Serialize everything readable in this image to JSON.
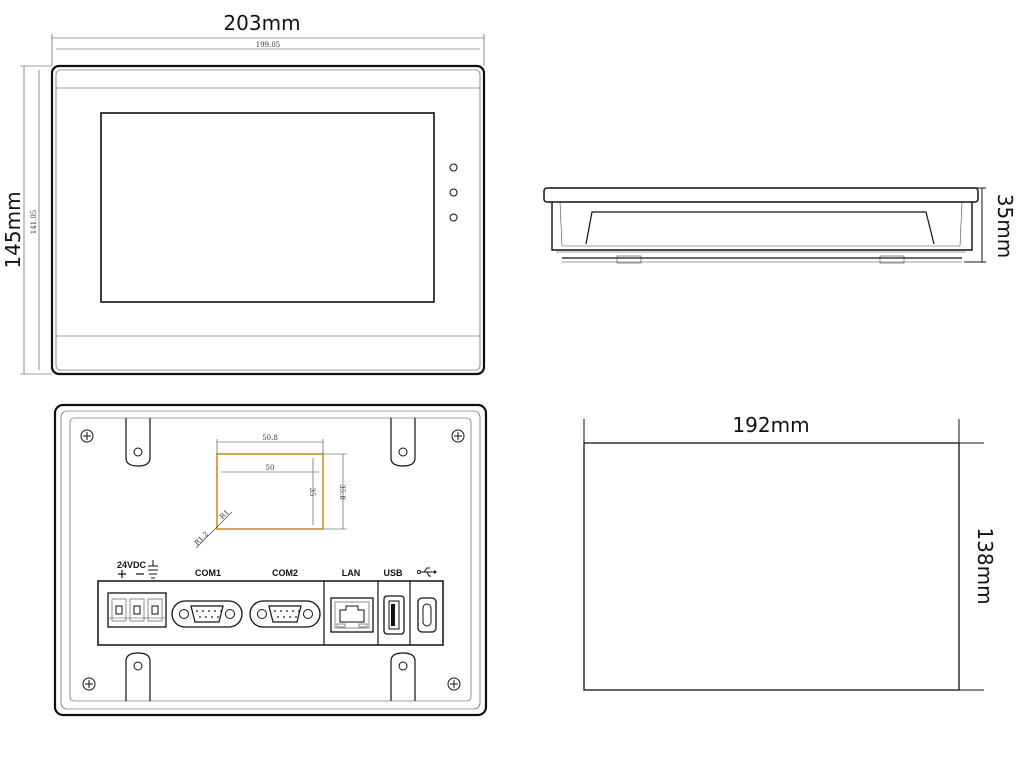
{
  "front": {
    "width_label": "203mm",
    "inner_width_label": "199.05",
    "height_label": "145mm",
    "inner_height_label": "141.05"
  },
  "side": {
    "depth_label": "35mm"
  },
  "back": {
    "cutout_dims": [
      "50.8",
      "50",
      "35",
      "35.8",
      "R1.2",
      "R1"
    ],
    "ports": {
      "power": "24VDC",
      "com1": "COM1",
      "com2": "COM2",
      "lan": "LAN",
      "usb": "USB"
    }
  },
  "panel_cutout": {
    "width_label": "192mm",
    "height_label": "138mm"
  },
  "colors": {
    "line": "#111111",
    "cutout": "#b8860b",
    "panel_fill": "#ffffff"
  }
}
